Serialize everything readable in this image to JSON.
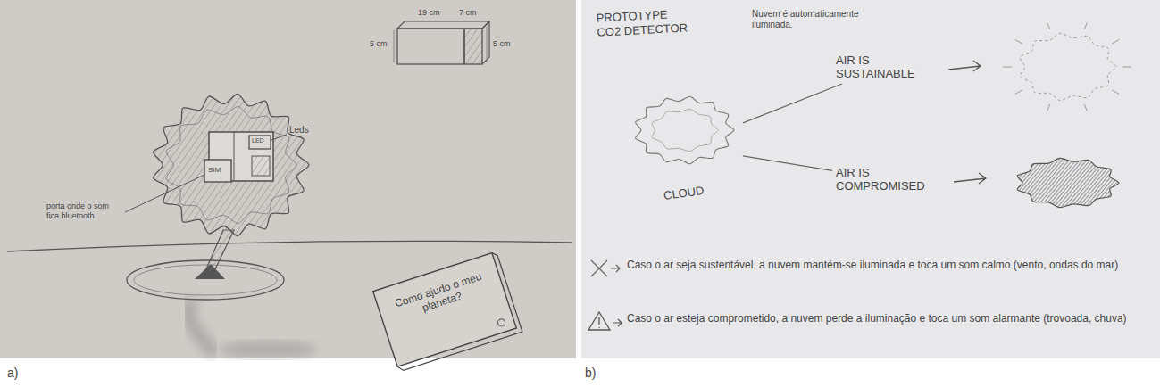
{
  "diagram": {
    "title": "PROTOTYPE CO2 DETECTOR",
    "nodes": [
      {
        "text": [
          "Como ajudo o meu planeta?"
        ]
      },
      {
        "text": [
          "CLOUD"
        ]
      },
      {
        "text": [
          "AIR IS SUSTAINABLE"
        ]
      },
      {
        "text": [
          "AIR IS COMPROMISED"
        ]
      }
    ],
    "edges": [
      {
        "from": 1,
        "to": 2,
        "arrow": "none"
      },
      {
        "from": 1,
        "to": 3,
        "arrow": "none"
      }
    ],
    "labels": [
      "19 cm",
      "7 cm",
      "5 cm",
      "5 cm",
      "Leds",
      "porta onde o som fica bluetooth",
      "SIM",
      "LED",
      "Nuvem é automaticamente iluminada.",
      "Caso o ar seja sustentável, a nuvem mantém-se iluminada e toca um som calmo (vento, ondas do mar)",
      "Caso o ar esteja comprometido, a nuvem perde a iluminação e toca um som alarmante (trovoada, chuva)",
      "a)",
      "b)"
    ]
  }
}
